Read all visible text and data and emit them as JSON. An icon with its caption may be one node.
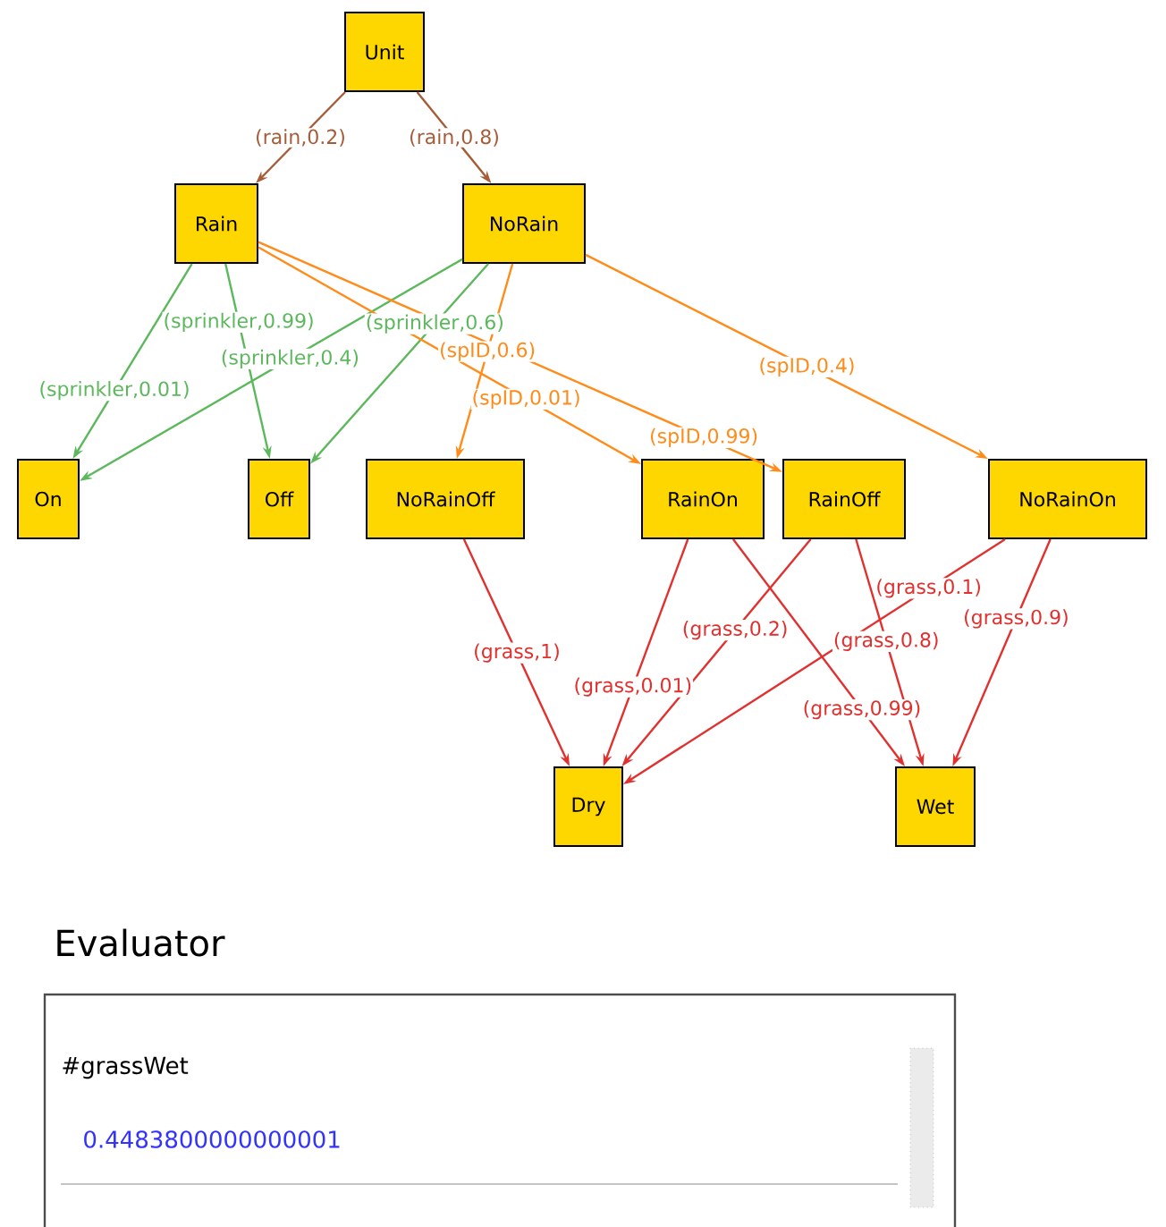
{
  "diagram": {
    "title": "Evaluator",
    "nodes": [
      {
        "text": [
          "Unit"
        ]
      },
      {
        "text": [
          "Rain"
        ]
      },
      {
        "text": [
          "NoRain"
        ]
      },
      {
        "text": [
          "On"
        ]
      },
      {
        "text": [
          "Off"
        ]
      },
      {
        "text": [
          "NoRainOff"
        ]
      },
      {
        "text": [
          "RainOn"
        ]
      },
      {
        "text": [
          "RainOff"
        ]
      },
      {
        "text": [
          "NoRainOn"
        ]
      },
      {
        "text": [
          "Dry"
        ]
      },
      {
        "text": [
          "Wet"
        ]
      }
    ],
    "edges": [
      {
        "from": 0,
        "to": 1,
        "arrow": "to",
        "label": "(rain,0.2)",
        "color": "#a65c38"
      },
      {
        "from": 0,
        "to": 2,
        "arrow": "to",
        "label": "(rain,0.8)",
        "color": "#a65c38"
      },
      {
        "from": 1,
        "to": 3,
        "arrow": "to",
        "label": "(sprinkler,0.01)",
        "color": "#5cb85c"
      },
      {
        "from": 1,
        "to": 4,
        "arrow": "to",
        "label": "(sprinkler,0.99)",
        "color": "#5cb85c"
      },
      {
        "from": 2,
        "to": 3,
        "arrow": "to",
        "label": "(sprinkler,0.4)",
        "color": "#5cb85c"
      },
      {
        "from": 2,
        "to": 4,
        "arrow": "to",
        "label": "(sprinkler,0.6)",
        "color": "#5cb85c"
      },
      {
        "from": 2,
        "to": 5,
        "arrow": "to",
        "label": "(spID,0.6)",
        "color": "#ff8c1a"
      },
      {
        "from": 2,
        "to": 8,
        "arrow": "to",
        "label": "(spID,0.4)",
        "color": "#ff8c1a"
      },
      {
        "from": 1,
        "to": 6,
        "arrow": "to",
        "label": "(spID,0.01)",
        "color": "#ff8c1a"
      },
      {
        "from": 1,
        "to": 7,
        "arrow": "to",
        "label": "(spID,0.99)",
        "color": "#ff8c1a"
      },
      {
        "from": 5,
        "to": 9,
        "arrow": "to",
        "label": "(grass,1)",
        "color": "#e0312f"
      },
      {
        "from": 6,
        "to": 9,
        "arrow": "to",
        "label": "(grass,0.01)",
        "color": "#e0312f"
      },
      {
        "from": 6,
        "to": 10,
        "arrow": "to",
        "label": "(grass,0.99)",
        "color": "#e0312f"
      },
      {
        "from": 7,
        "to": 9,
        "arrow": "to",
        "label": "(grass,0.2)",
        "color": "#e0312f"
      },
      {
        "from": 7,
        "to": 10,
        "arrow": "to",
        "label": "(grass,0.8)",
        "color": "#e0312f"
      },
      {
        "from": 8,
        "to": 9,
        "arrow": "to",
        "label": "(grass,0.1)",
        "color": "#e0312f"
      },
      {
        "from": 8,
        "to": 10,
        "arrow": "to",
        "label": "(grass,0.9)",
        "color": "#e0312f"
      }
    ],
    "labels": [
      "#grassWet",
      "0.4483800000000001"
    ]
  }
}
